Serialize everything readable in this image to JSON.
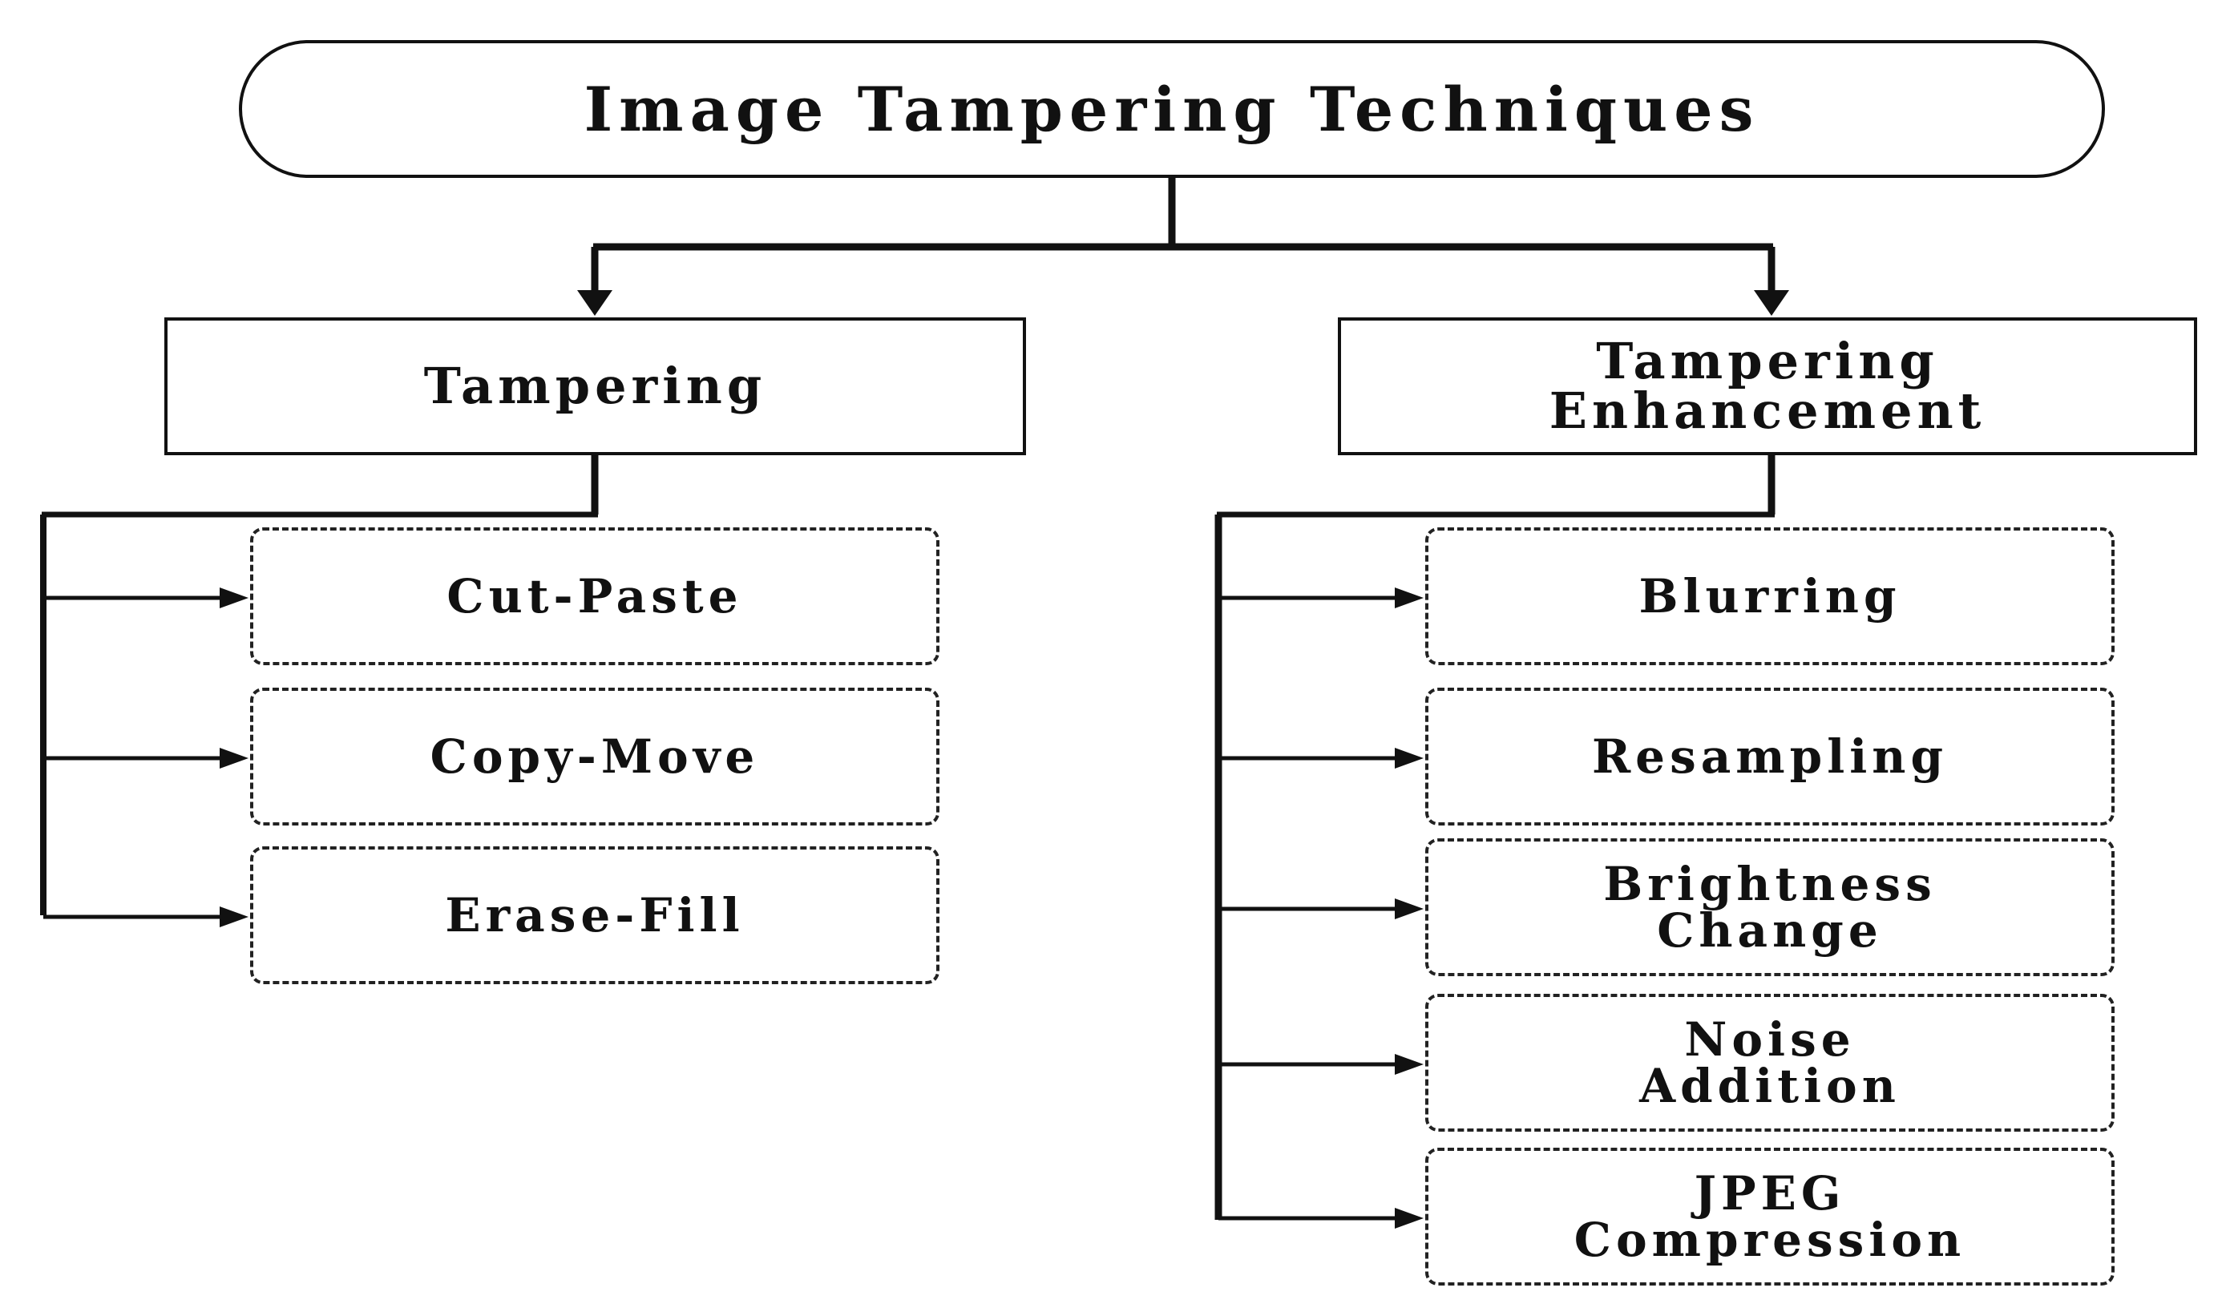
{
  "root": {
    "label": "Image Tampering Techniques"
  },
  "categories": [
    {
      "lines": [
        "Tampering"
      ],
      "children": [
        {
          "lines": [
            "Cut-Paste"
          ]
        },
        {
          "lines": [
            "Copy-Move"
          ]
        },
        {
          "lines": [
            "Erase-Fill"
          ]
        }
      ]
    },
    {
      "lines": [
        "Tampering",
        "Enhancement"
      ],
      "children": [
        {
          "lines": [
            "Blurring"
          ]
        },
        {
          "lines": [
            "Resampling"
          ]
        },
        {
          "lines": [
            "Brightness",
            "Change"
          ]
        },
        {
          "lines": [
            "Noise",
            "Addition"
          ]
        },
        {
          "lines": [
            "JPEG",
            "Compression"
          ]
        }
      ]
    }
  ],
  "colors": {
    "ink": "#111111",
    "background": "#ffffff"
  }
}
